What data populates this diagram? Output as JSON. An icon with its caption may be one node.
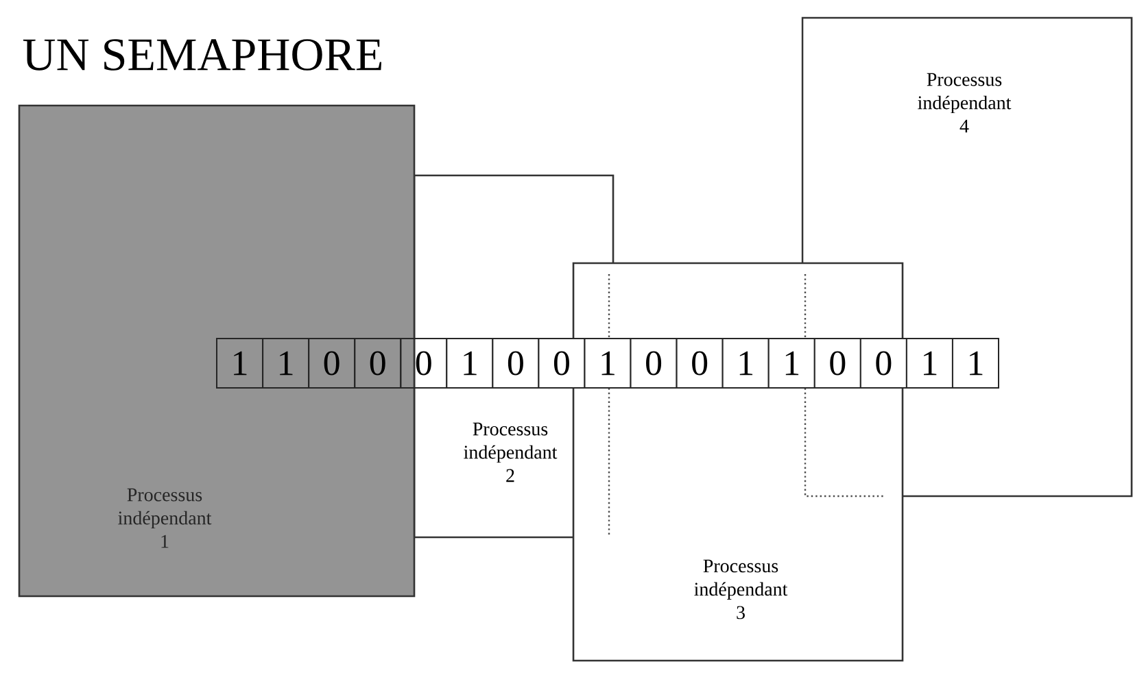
{
  "diagram": {
    "title": "UN SEMAPHORE",
    "nodes": [
      {
        "text": [
          "Processus indépendant 1"
        ]
      },
      {
        "text": [
          "Processus indépendant 2"
        ]
      },
      {
        "text": [
          "Processus indépendant 3"
        ]
      },
      {
        "text": [
          "Processus indépendant 4"
        ]
      }
    ],
    "labels": [
      "1",
      "1",
      "0",
      "0",
      "0",
      "1",
      "0",
      "0",
      "1",
      "0",
      "0",
      "1",
      "1",
      "0",
      "0",
      "1",
      "1"
    ]
  }
}
